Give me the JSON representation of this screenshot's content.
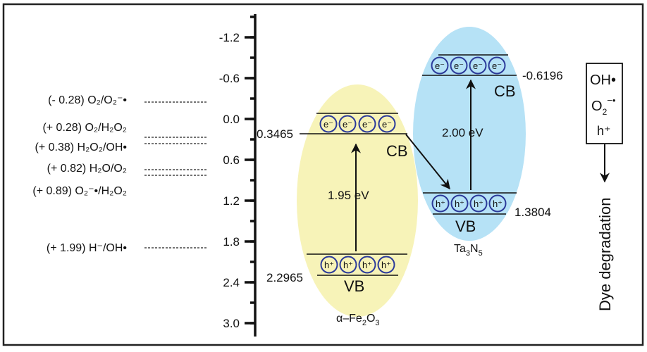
{
  "colors": {
    "fe2o3_fill": "#f7f3b8",
    "ta3n5_fill": "#b6e2f6",
    "circle_stroke": "#2b3a9a",
    "line": "#111111",
    "frame": "#222222"
  },
  "axis": {
    "ticks": [
      -1.2,
      -0.6,
      0.0,
      0.6,
      1.2,
      1.8,
      2.4,
      3.0
    ],
    "tick_labels": [
      "-1.2",
      "-0.6",
      "0.0",
      "0.6",
      "1.2",
      "1.8",
      "2.4",
      "3.0"
    ],
    "range": [
      -1.45,
      3.15
    ],
    "minor_step": 0.3
  },
  "redox_potentials": [
    {
      "value_label": "(- 0.28)",
      "couple": "O₂/O₂⁻•",
      "potential": -0.28
    },
    {
      "value_label": "(+ 0.28)",
      "couple": "O₂/H₂O₂",
      "potential": 0.28
    },
    {
      "value_label": "(+ 0.38)",
      "couple": "H₂O₂/OH•",
      "potential": 0.38
    },
    {
      "value_label": "(+ 0.82)",
      "couple": "H₂O/O₂",
      "potential": 0.82
    },
    {
      "value_label": "(+ 0.89)",
      "couple": "O₂⁻•/H₂O₂",
      "potential": 0.89
    },
    {
      "value_label": "(+ 1.99)",
      "couple": "H⁻/OH•",
      "potential": 1.99
    }
  ],
  "semiconductors": [
    {
      "name": "α–Fe₂O₃",
      "cb_edge": 0.3465,
      "cb_label": "0.3465",
      "vb_edge": 2.2965,
      "vb_label": "2.2965",
      "band_gap": "1.95 eV",
      "cb_text": "CB",
      "vb_text": "VB",
      "electron": "e⁻",
      "hole": "h⁺"
    },
    {
      "name": "Ta₃N₅",
      "cb_edge": -0.6196,
      "cb_label": "-0.6196",
      "vb_edge": 1.3804,
      "vb_label": "1.3804",
      "band_gap": "2.00 eV",
      "cb_text": "CB",
      "vb_text": "VB",
      "electron": "e⁻",
      "hole": "h⁺"
    }
  ],
  "species_box": {
    "items": [
      "OH•",
      "O₂⁻•",
      "h⁺"
    ]
  },
  "outcome_label": "Dye degradation"
}
